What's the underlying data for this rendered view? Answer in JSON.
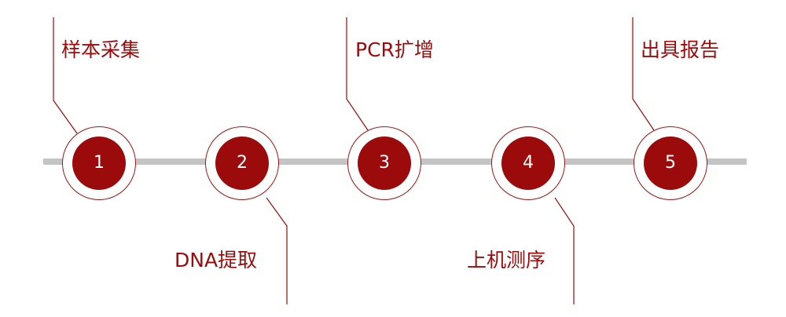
{
  "colors": {
    "accent": "#9b0b0b",
    "timeline": "#c4c4c4",
    "background": "#ffffff"
  },
  "steps": [
    {
      "number": "1",
      "label": "样本采集"
    },
    {
      "number": "2",
      "label": "DNA提取"
    },
    {
      "number": "3",
      "label": "PCR扩增"
    },
    {
      "number": "4",
      "label": "上机测序"
    },
    {
      "number": "5",
      "label": "出具报告"
    }
  ]
}
